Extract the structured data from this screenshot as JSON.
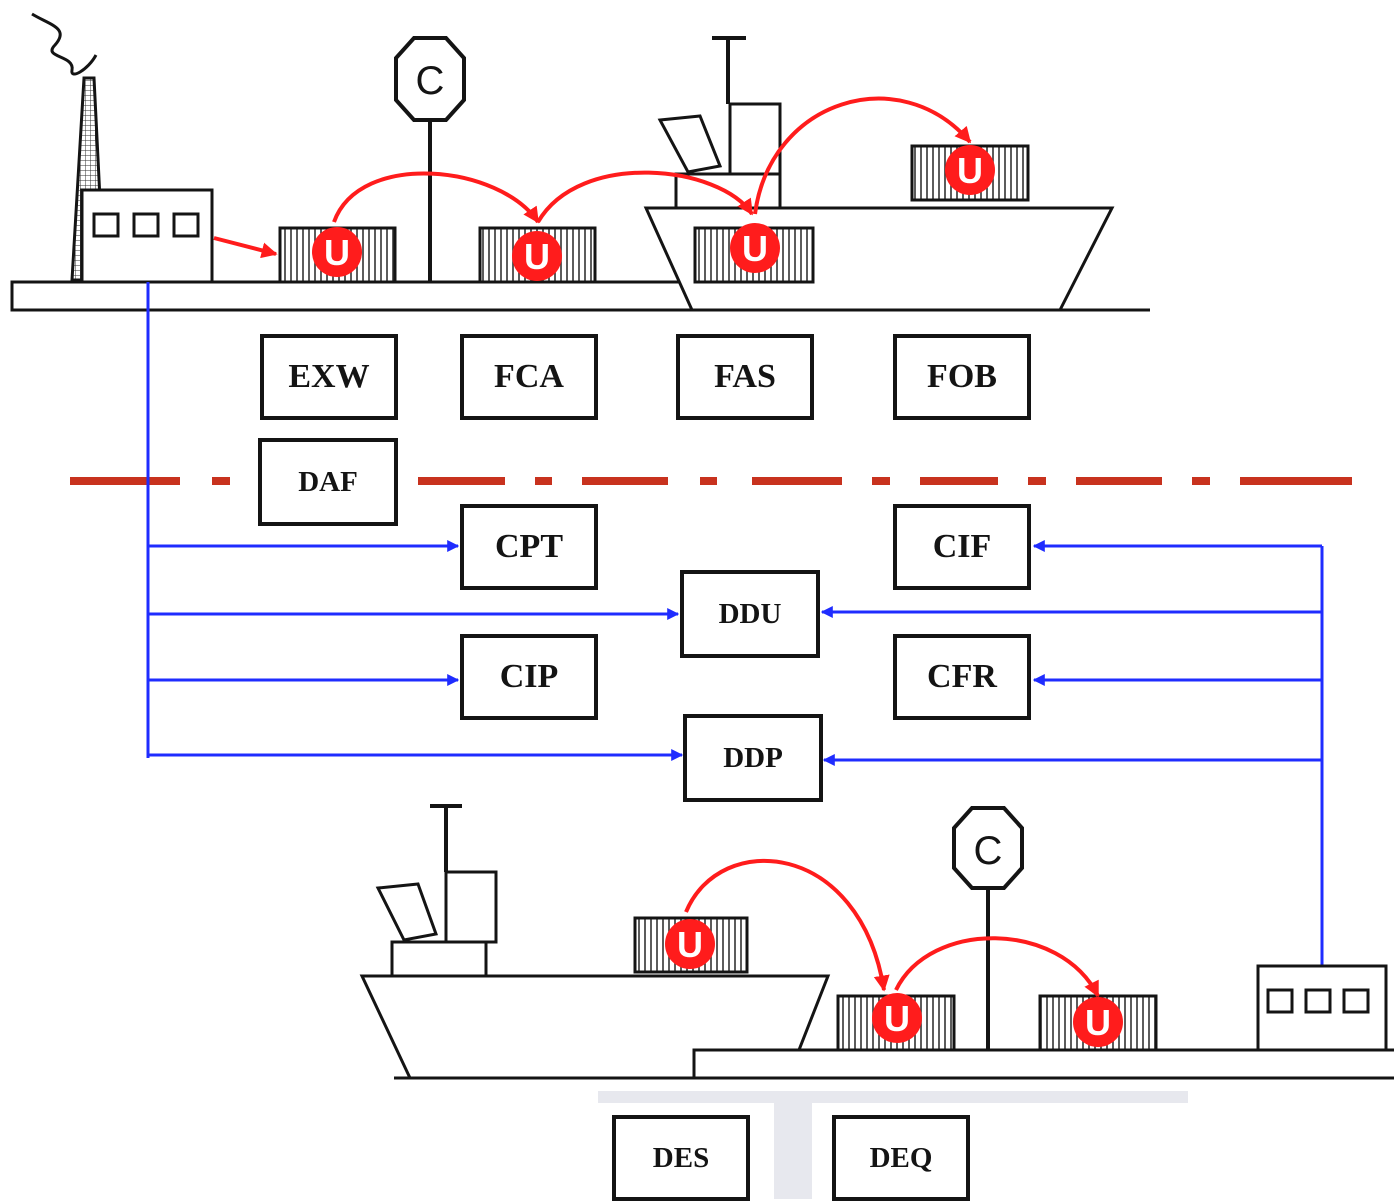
{
  "colors": {
    "line": "#141414",
    "flow_arrow": "#ff1c1c",
    "container_mark": "#ff1c1c",
    "obligation_line": "#1f2cff",
    "divider": "#c8321e",
    "band": "#e7e8ee"
  },
  "icons": {
    "customs_post": "C",
    "container_mark": "U"
  },
  "terms": {
    "exw": "EXW",
    "fca": "FCA",
    "fas": "FAS",
    "fob": "FOB",
    "daf": "DAF",
    "cpt": "CPT",
    "cif": "CIF",
    "ddu": "DDU",
    "cip": "CIP",
    "cfr": "CFR",
    "ddp": "DDP",
    "des": "DES",
    "deq": "DEQ"
  }
}
